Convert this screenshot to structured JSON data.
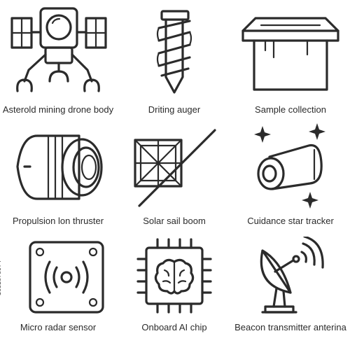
{
  "icons": [
    {
      "label": "Asterold mining drone body",
      "icon": "mining-drone-icon"
    },
    {
      "label": "Driting auger",
      "icon": "auger-icon"
    },
    {
      "label": "Sample collection",
      "icon": "sample-box-icon"
    },
    {
      "label": "Propulsion lon thruster",
      "icon": "ion-thruster-icon"
    },
    {
      "label": "Solar sail boom",
      "icon": "solar-sail-icon"
    },
    {
      "label": "Cuidance star tracker",
      "icon": "star-tracker-icon"
    },
    {
      "label": "Micro radar sensor",
      "icon": "radar-sensor-icon"
    },
    {
      "label": "Onboard AI chip",
      "icon": "ai-chip-icon"
    },
    {
      "label": "Beacon transmitter anterina",
      "icon": "dish-antenna-icon"
    }
  ],
  "stock_id": "1631878074"
}
